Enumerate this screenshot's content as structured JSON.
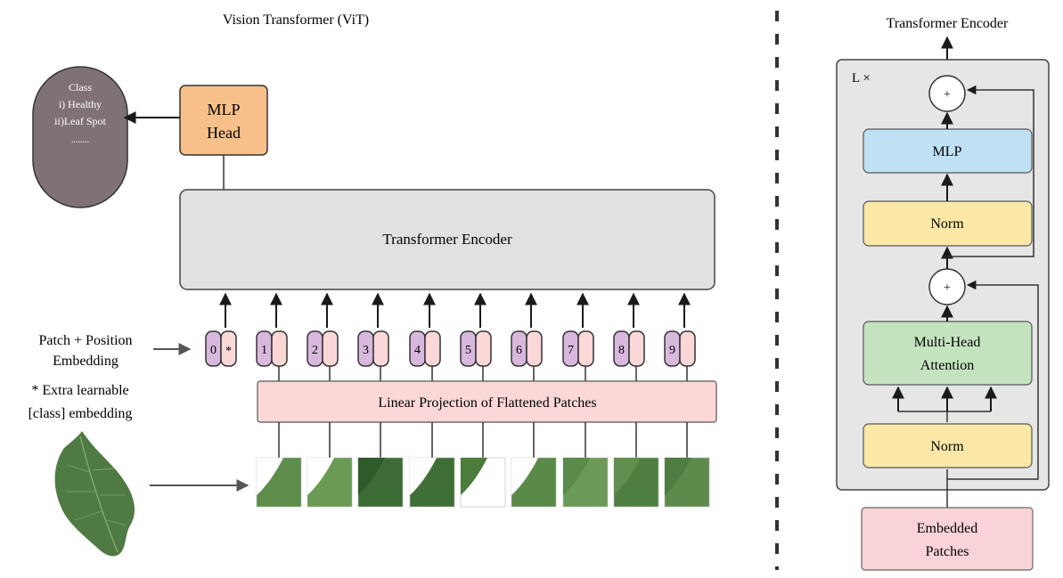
{
  "vit": {
    "title": "Vision Transformer (ViT)",
    "class_box": {
      "lines": [
        "Class",
        "i) Healthy",
        "ii)Leaf Spot",
        "........"
      ],
      "color": "#7f7276"
    },
    "mlp_head": {
      "lines": [
        "MLP",
        "Head"
      ],
      "color": "#f7c08a"
    },
    "encoder_label": "Transformer Encoder",
    "encoder_color": "#e1e1e1",
    "patch_position_label": [
      "Patch + Position",
      "Embedding"
    ],
    "extra_note": [
      "* Extra learnable",
      "[class] embedding"
    ],
    "tokens": [
      "0",
      "1",
      "2",
      "3",
      "4",
      "5",
      "6",
      "7",
      "8",
      "9"
    ],
    "class_token_mark": "*",
    "token_pos_color": "#d9b8dd",
    "token_patch_color": "#fbd7d7",
    "linear_projection_label": "Linear Projection of Flattened Patches",
    "linear_projection_color": "#fbd7d7",
    "leaf_color": "#4f7a43"
  },
  "encoder_detail": {
    "title": "Transformer Encoder",
    "repeat_label": "L ×",
    "plus_symbol": "+",
    "mlp_label": "MLP",
    "mlp_color": "#bfe1f3",
    "norm_label": "Norm",
    "norm_color": "#fbe8a6",
    "attention_lines": [
      "Multi-Head",
      "Attention"
    ],
    "attention_color": "#c4e4bf",
    "embedded_lines": [
      "Embedded",
      "Patches"
    ],
    "embedded_color": "#f9d3d7",
    "panel_color": "#e6e6e6"
  }
}
